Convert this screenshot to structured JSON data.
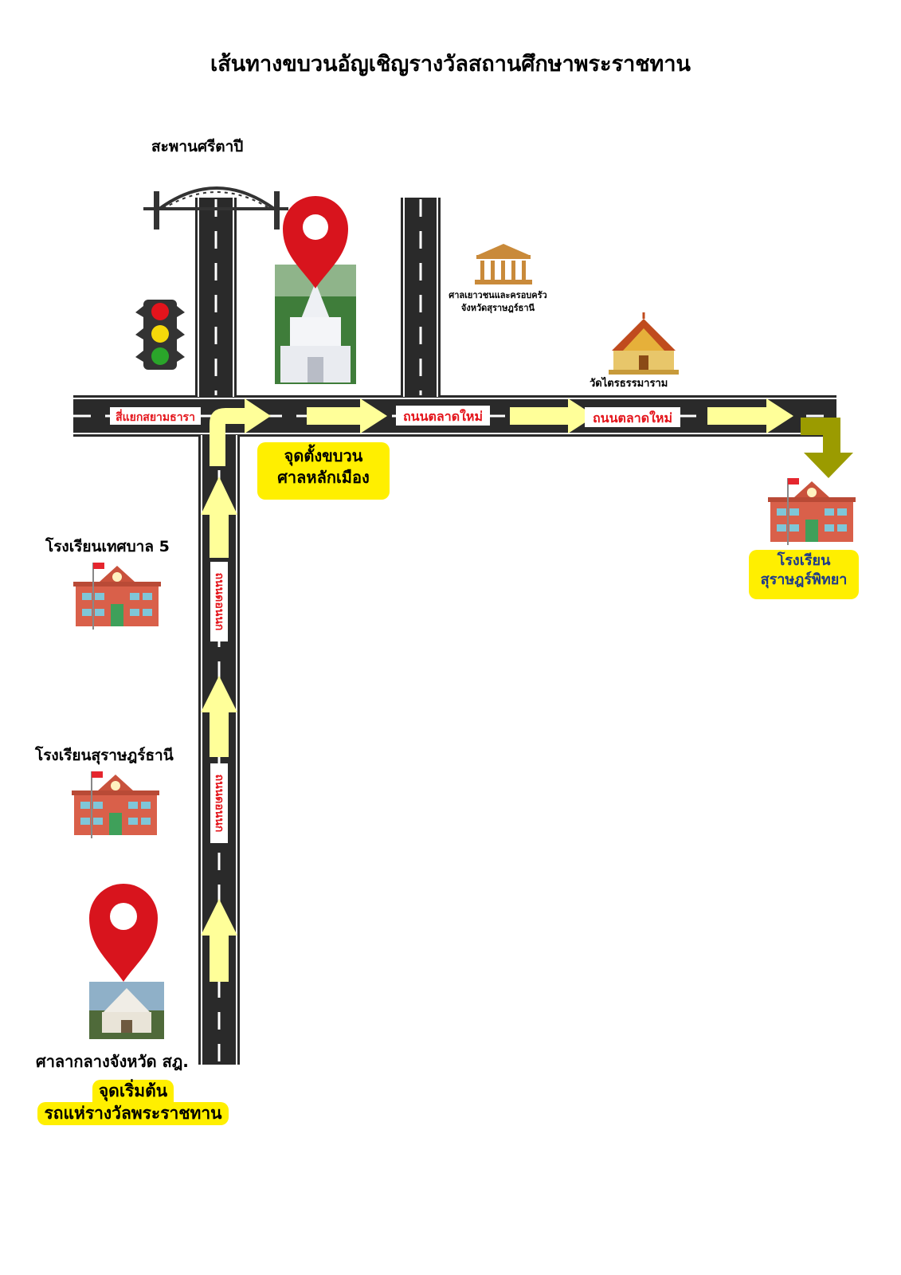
{
  "title": "เส้นทางขบวนอัญเชิญรางวัลสถานศึกษาพระราชทาน",
  "landmarks": {
    "bridge": "สะพานศรีตาปี",
    "youth_court_line1": "ศาลเยาวชนและครอบครัว",
    "youth_court_line2": "จังหวัดสุราษฎร์ธานี",
    "temple": "วัดไตรธรรมาราม",
    "school_5": "โรงเรียนเทศบาล 5",
    "school_surat": "โรงเรียนสุราษฎร์ธานี",
    "city_hall": "ศาลากลางจังหวัด สฎ."
  },
  "roads": {
    "junction": "สี่แยกสยามธารา",
    "talat_mai_1": "ถนนตลาดใหม่",
    "talat_mai_2": "ถนนตลาดใหม่",
    "don_nok_1": "ถนนดอนนก",
    "don_nok_2": "ถนนดอนนก"
  },
  "callouts": {
    "assembly_line1": "จุดตั้งขบวน",
    "assembly_line2": "ศาลหลักเมือง",
    "start_line1": "จุดเริ่มต้น",
    "start_line2": "รถแห่รางวัลพระราชทาน",
    "destination_line1": "โรงเรียน",
    "destination_line2": "สุราษฎร์พิทยา"
  },
  "colors": {
    "road": "#2a2a2a",
    "arrow": "#ffff99",
    "final_arrow": "#9b9b00",
    "pin": "#d8141d",
    "callout": "#ffef00",
    "road_label_text": "#e4141b",
    "destination_text": "#1e3a8a"
  }
}
